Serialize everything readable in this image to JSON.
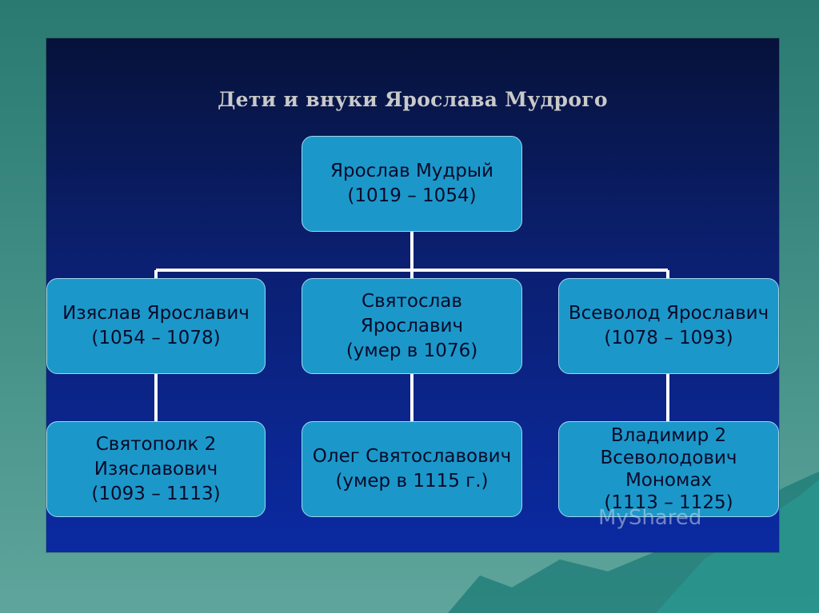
{
  "title": "Дети и внуки Ярослава Мудрого",
  "root": {
    "name": "Ярослав Мудрый",
    "dates": "(1019 – 1054)"
  },
  "children": [
    {
      "lines": [
        "Изяслав Ярославич",
        "(1054 – 1078)"
      ]
    },
    {
      "lines": [
        "Святослав",
        "Ярославич",
        "(умер в 1076)"
      ]
    },
    {
      "lines": [
        "Всеволод Ярославич",
        "(1078 – 1093)"
      ]
    }
  ],
  "grandchildren": [
    {
      "lines": [
        "Святополк 2",
        "Изяславович",
        "(1093 – 1113)"
      ]
    },
    {
      "lines": [
        "Олег Святославович",
        "(умер в 1115 г.)"
      ]
    },
    {
      "lines": [
        "Владимир 2",
        "Всеволодович",
        "Мономах",
        "(1113 – 1125)"
      ]
    }
  ],
  "watermark": "MyShared",
  "colors": {
    "box_fill": "#1b98c9",
    "box_border": "#9fd6ee",
    "connector": "#ffffff",
    "slide_bg": "#0b1f6e"
  }
}
